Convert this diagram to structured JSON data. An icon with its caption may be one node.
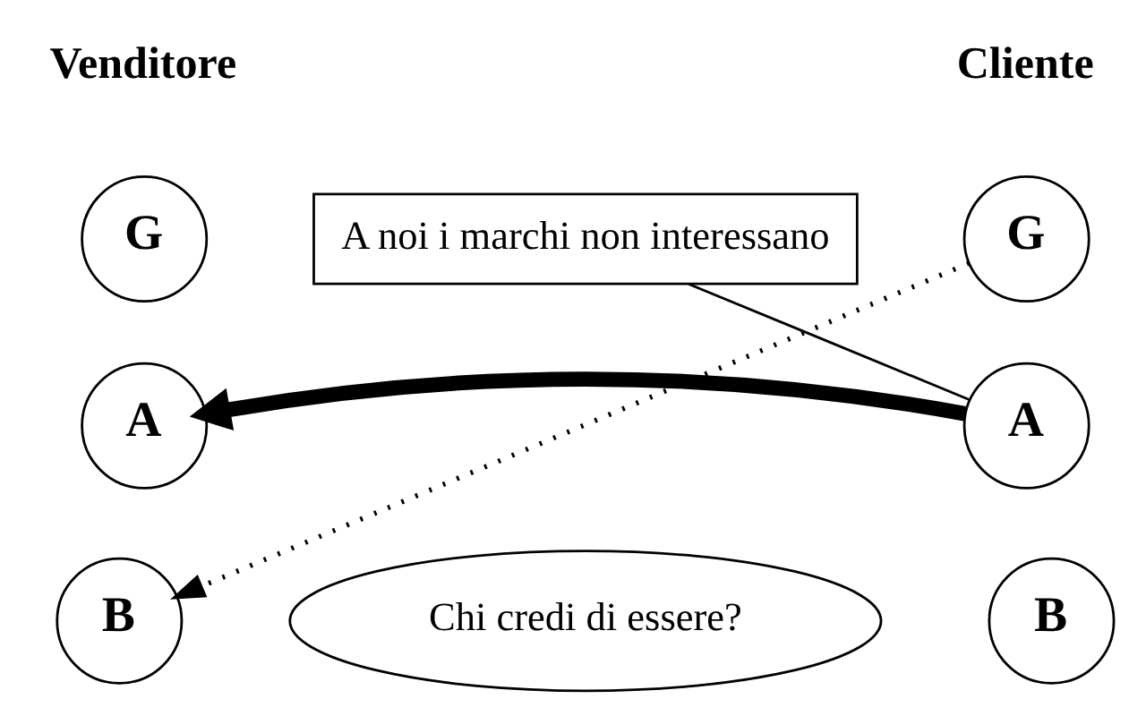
{
  "diagram": {
    "nodes": [
      {
        "text": [
          "G"
        ]
      },
      {
        "text": [
          "A"
        ]
      },
      {
        "text": [
          "B"
        ]
      },
      {
        "text": [
          "G"
        ]
      },
      {
        "text": [
          "A"
        ]
      },
      {
        "text": [
          "B"
        ]
      },
      {
        "text": [
          "A noi i marchi non interessano"
        ]
      },
      {
        "text": [
          "Chi credi di essere?"
        ]
      }
    ],
    "edges": [
      {
        "from": 4,
        "to": 6,
        "arrow": "none"
      },
      {
        "from": 4,
        "to": 1,
        "arrow": "to",
        "style": "thick"
      },
      {
        "from": 3,
        "to": 2,
        "arrow": "to",
        "style": "dashed"
      }
    ],
    "labels": [
      "Venditore",
      "Cliente"
    ]
  }
}
